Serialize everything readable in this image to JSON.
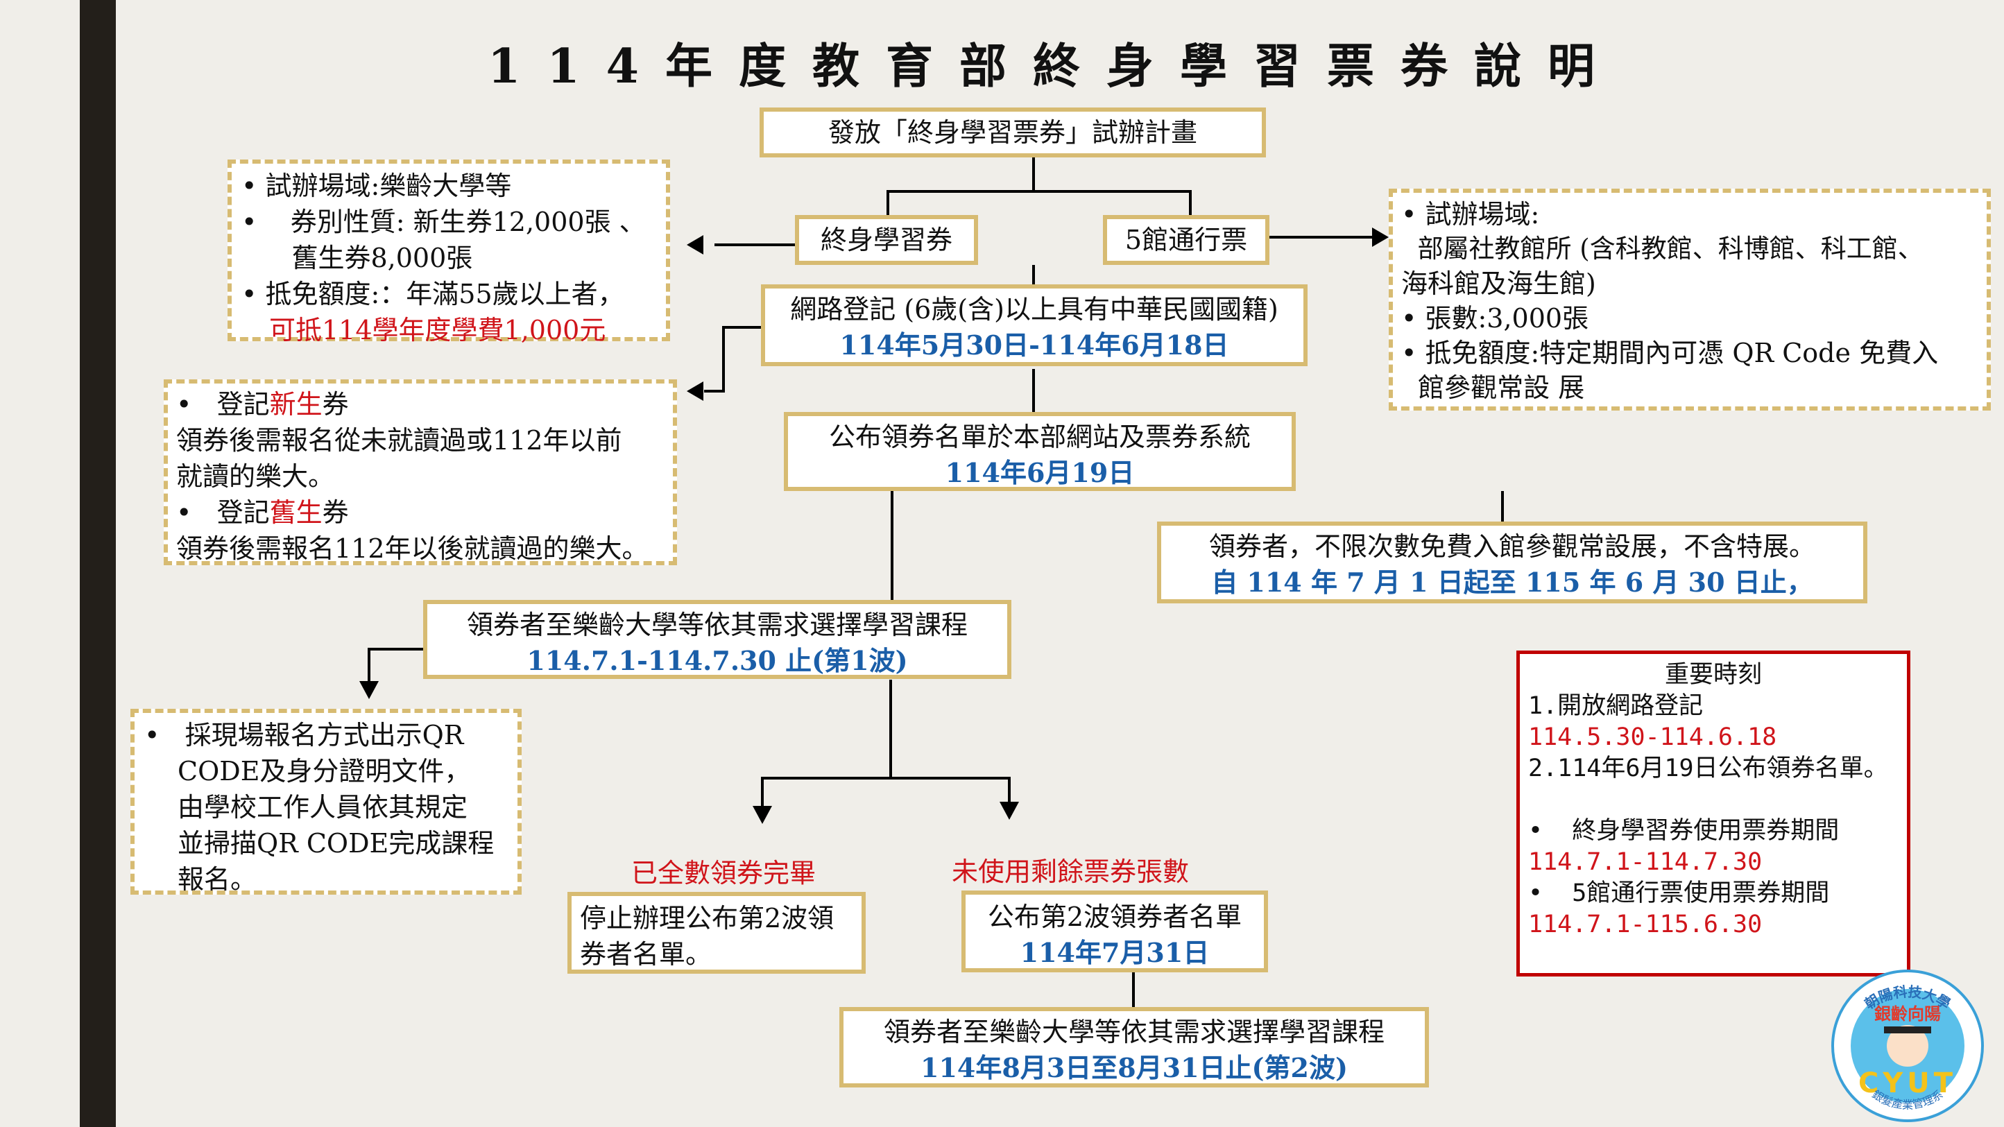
{
  "title": "114年度教育部終身學習票券說明",
  "plan": "發放「終身學習票券」試辦計畫",
  "ticket_lifelong": "終身學習券",
  "ticket_5venue": "5館通行票",
  "left_info": {
    "line1": "• 試辦場域:樂齡大學等",
    "line2": "•    券別性質: 新生券12,000張 、",
    "line3": "      舊生券8,000張",
    "line4": "• 抵免額度:：年滿55歲以上者，",
    "line5": "可抵114學年度學費1,000元"
  },
  "right_info": {
    "line1": "• 試辦場域:",
    "line2": "  部屬社教館所 (含科教館、科博館、科工館、",
    "line3": "海科館及海生館)",
    "line4": "• 張數:3,000張",
    "line5": "• 抵免額度:特定期間內可憑 QR Code 免費入",
    "line6": "  館參觀常設 展"
  },
  "register": {
    "line1": "網路登記 (6歲(含)以上具有中華民國國籍)",
    "date": "114年5月30日-114年6月18日"
  },
  "new_old": {
    "l1a": "•   登記",
    "l1b": "新生",
    "l1c": "券",
    "l2": "領券後需報名從未就讀過或112年以前",
    "l3": "就讀的樂大。",
    "l4a": "•   登記",
    "l4b": "舊生",
    "l4c": "券",
    "l5": "領券後需報名112年以後就讀過的樂大。"
  },
  "publish": {
    "line1": "公布領券名單於本部網站及票券系統",
    "date": "114年6月19日"
  },
  "museum": {
    "line1": "領券者，不限次數免費入館參觀常設展，不含特展。",
    "date": "自 114 年 7 月 1 日起至 115 年 6 月 30 日止，"
  },
  "choose1": {
    "line1": "領券者至樂齡大學等依其需求選擇學習課程",
    "date": "114.7.1-114.7.30 止(第1波)"
  },
  "qr": {
    "line1": "•   採現場報名方式出示QR",
    "line2": "CODE及身分證明文件，",
    "line3": "由學校工作人員依其規定",
    "line4": "並掃描QR CODE完成課程",
    "line5": "報名。"
  },
  "done_label": "已全數領券完畢",
  "remain_label": "未使用剩餘票券張數",
  "stop": {
    "line1": "停止辦理公布第2波領",
    "line2": "券者名單。"
  },
  "wave2": {
    "line1": "公布第2波領券者名單",
    "date": "114年7月31日"
  },
  "choose2": {
    "line1": "領券者至樂齡大學等依其需求選擇學習課程",
    "date": "114年8月3日至8月31日止(第2波)"
  },
  "important": {
    "title": "重要時刻",
    "i1": "1.開放網路登記",
    "i1d": "114.5.30-114.6.18",
    "i2": "2.114年6月19日公布領券名單。",
    "i3": "•  終身學習券使用票券期間",
    "i3d": "114.7.1-114.7.30",
    "i4": "•  5館通行票使用票券期間",
    "i4d": "114.7.1-115.6.30"
  },
  "logo": {
    "top_text": "朝陽科技大學",
    "sub_text": "銀齡向陽",
    "letters": "CYUT",
    "bottom_text": "銀髮產業管理系"
  },
  "colors": {
    "gold": "#d7bb72",
    "blue": "#1a5ea8",
    "red": "#d0141a",
    "sidebar": "#231f1a"
  }
}
